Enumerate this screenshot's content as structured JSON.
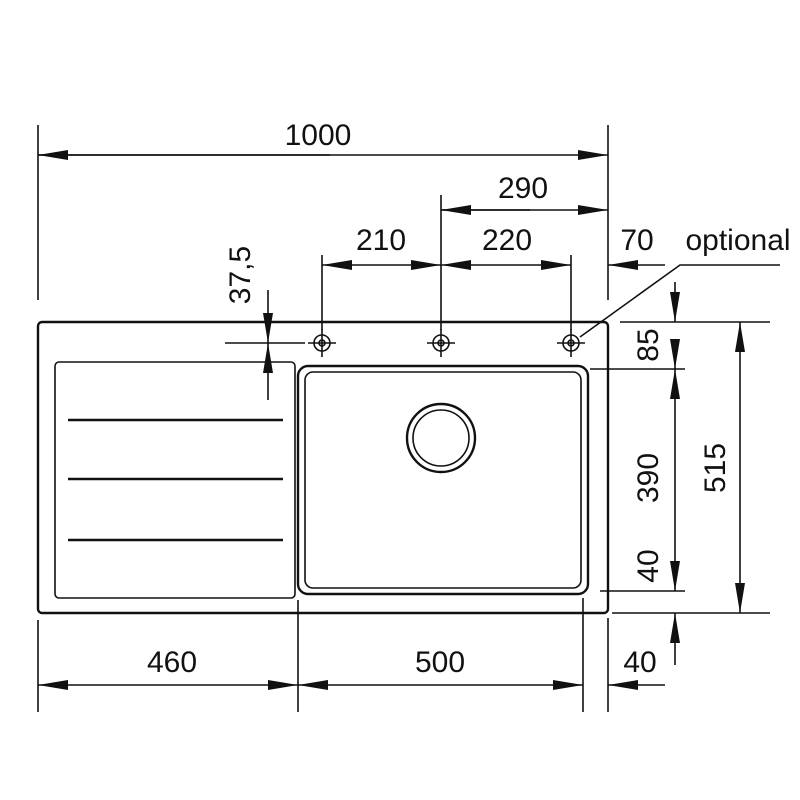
{
  "dimensions": {
    "overall_width": "1000",
    "right_offset": "290",
    "hole_spacing_left": "210",
    "hole_spacing_right": "220",
    "hole_edge": "70",
    "optional_label": "optional",
    "hole_from_edge": "37,5",
    "top_margin": "85",
    "bowl_depth": "390",
    "bottom_margin": "40",
    "overall_depth": "515",
    "drainer_width": "460",
    "bowl_width": "500",
    "right_margin": "40"
  }
}
